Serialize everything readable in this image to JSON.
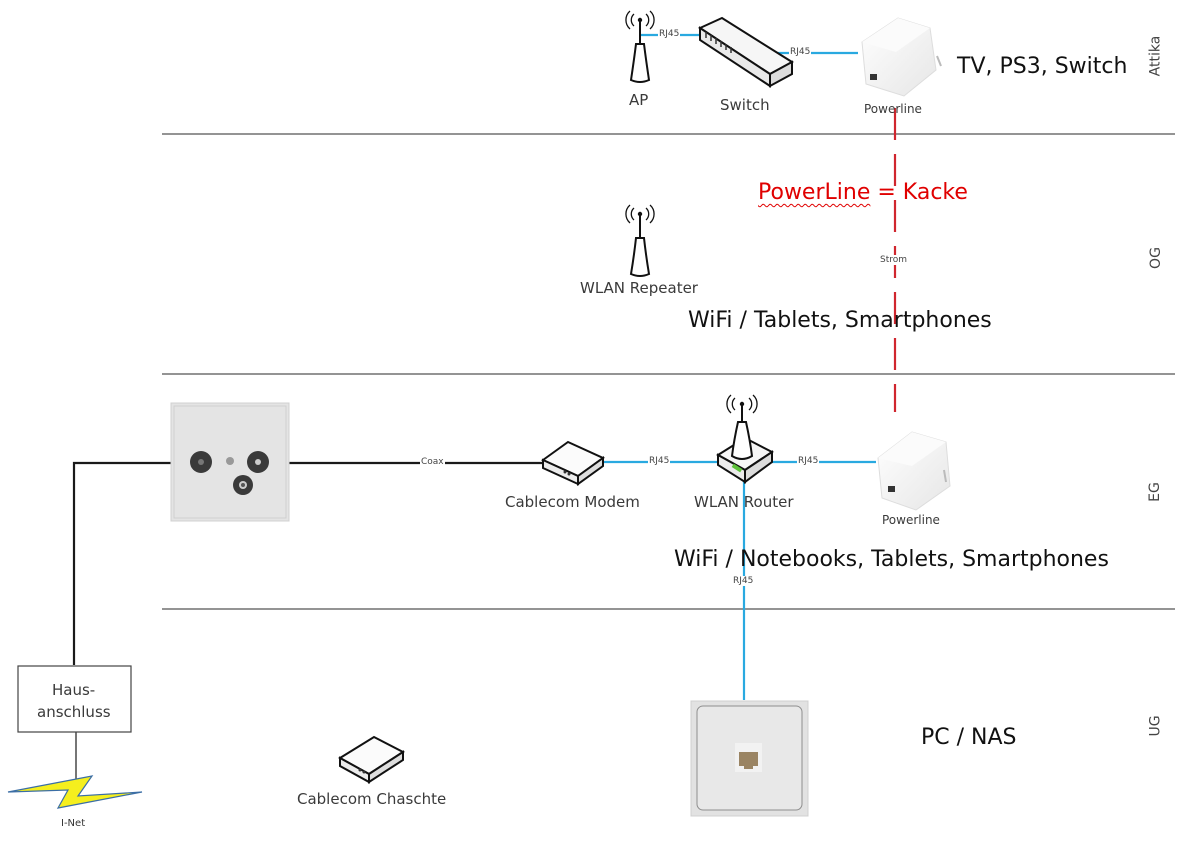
{
  "floors": [
    {
      "id": "attika",
      "label": "Attika"
    },
    {
      "id": "og",
      "label": "OG"
    },
    {
      "id": "eg",
      "label": "EG"
    },
    {
      "id": "ug",
      "label": "UG"
    }
  ],
  "devices": {
    "ap": "AP",
    "switch": "Switch",
    "powerline_attika": "Powerline",
    "wlan_repeater": "WLAN Repeater",
    "cablecom_modem": "Cablecom Modem",
    "wlan_router": "WLAN Router",
    "powerline_eg": "Powerline",
    "hausanschluss_line1": "Haus-",
    "hausanschluss_line2": "anschluss",
    "inet": "I-Net",
    "cablecom_chaschte": "Cablecom Chaschte"
  },
  "connections": {
    "ap_switch": "RJ45",
    "switch_powerline": "RJ45",
    "powerline_strom": "Strom",
    "coax": "Coax",
    "modem_router": "RJ45",
    "router_powerline": "RJ45",
    "router_ug": "RJ45"
  },
  "notes": {
    "attika": "TV, PS3, Switch",
    "powerline_warning_a": "PowerLine",
    "powerline_warning_b": " = Kacke",
    "og_wifi": "WiFi / Tablets, Smartphones",
    "eg_wifi": "WiFi / Notebooks, Tablets, Smartphones",
    "ug": "PC / NAS"
  },
  "colors": {
    "ethernet": "#29a9e0",
    "power": "#d0262e",
    "coax": "#1a1a1a",
    "warning_text": "#e00000"
  }
}
